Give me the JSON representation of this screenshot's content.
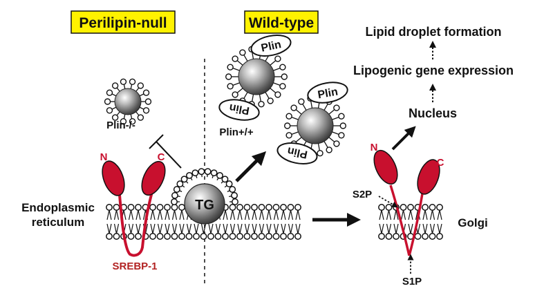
{
  "labels": {
    "perilipin_null": "Perilipin-null",
    "wild_type": "Wild-type",
    "plin_null": "Plin-/-",
    "plin_wt": "Plin+/+",
    "plin_protein": "Plin",
    "tg": "TG",
    "er_line1": "Endoplasmic",
    "er_line2": "reticulum",
    "srebp": "SREBP-1",
    "n_terminus": "N",
    "c_terminus": "C",
    "s2p": "S2P",
    "s1p": "S1P",
    "golgi": "Golgi",
    "nucleus": "Nucleus",
    "lipogenic": "Lipogenic gene expression",
    "lipid_droplet": "Lipid droplet formation"
  },
  "colors": {
    "badge": "#fff200",
    "srebp": "#c8102e",
    "srebp_label": "#b22222",
    "ink": "#111111"
  }
}
